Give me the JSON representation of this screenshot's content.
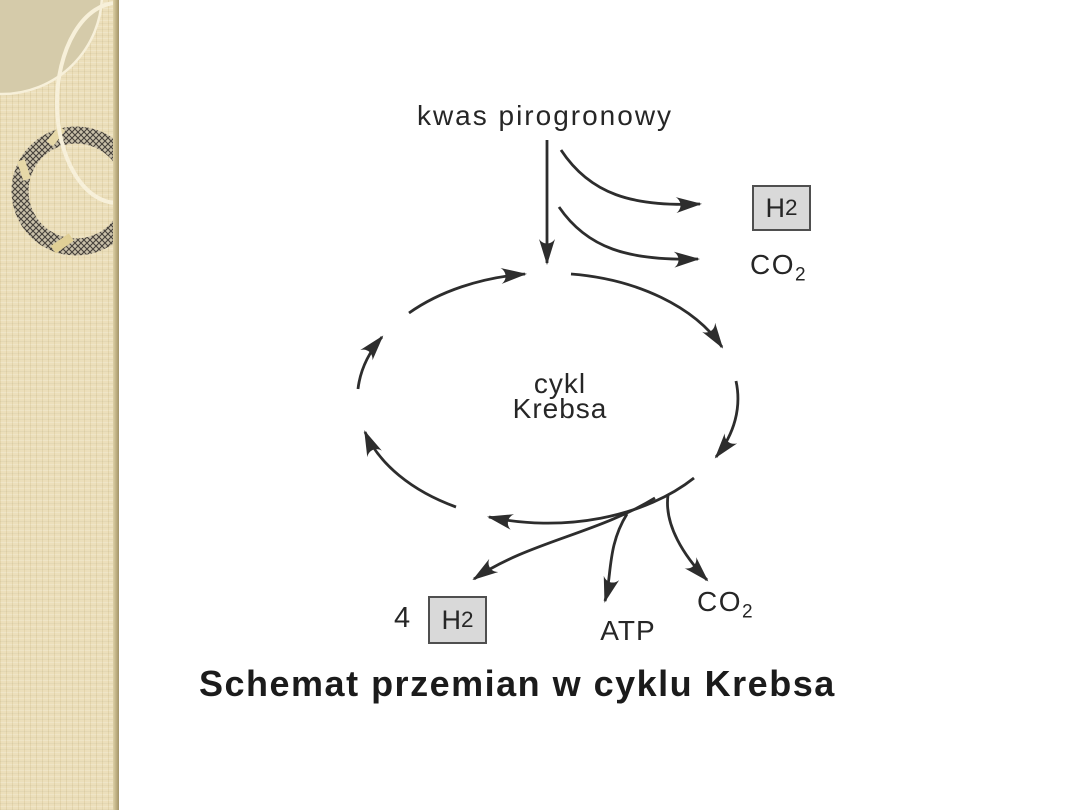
{
  "slide": {
    "caption": "Schemat przemian w cyklu Krebsa"
  },
  "diagram": {
    "pyruvate_label": "kwas pirogronowy",
    "cycle_label": {
      "line1": "cykl",
      "line2": "Krebsa"
    },
    "outputs_top": {
      "h2": {
        "base": "H",
        "sub": "2"
      },
      "co2": {
        "base": "CO",
        "sub": "2"
      }
    },
    "outputs_bottom": {
      "h2_coefficient": "4",
      "h2": {
        "base": "H",
        "sub": "2"
      },
      "atp": "ATP",
      "co2": {
        "base": "CO",
        "sub": "2"
      }
    },
    "colors": {
      "line": "#2d2d2d",
      "text": "#262626",
      "box_fill": "#d9d9d9",
      "box_border": "#4f4f4f",
      "sidebar_tan": "#ecdfbb",
      "sidebar_circle_fill": "#d5cbaa",
      "sidebar_ring_cream": "#f7f0da"
    }
  }
}
